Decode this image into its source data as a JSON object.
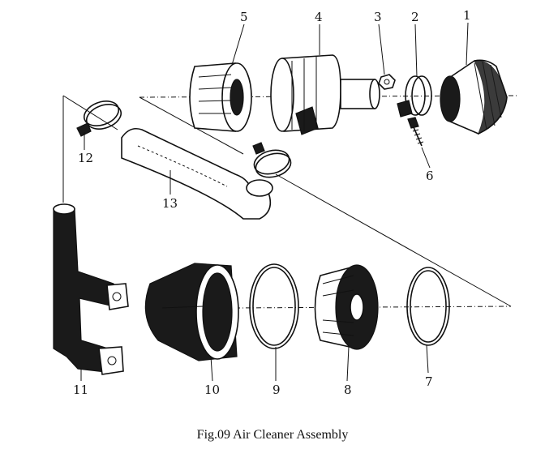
{
  "caption": "Fig.09 Air Cleaner Assembly",
  "callouts": {
    "c1": "1",
    "c2": "2",
    "c3": "3",
    "c4": "4",
    "c5": "5",
    "c6": "6",
    "c7": "7",
    "c8": "8",
    "c9": "9",
    "c10": "10",
    "c11": "11",
    "c12": "12",
    "c13": "13"
  }
}
